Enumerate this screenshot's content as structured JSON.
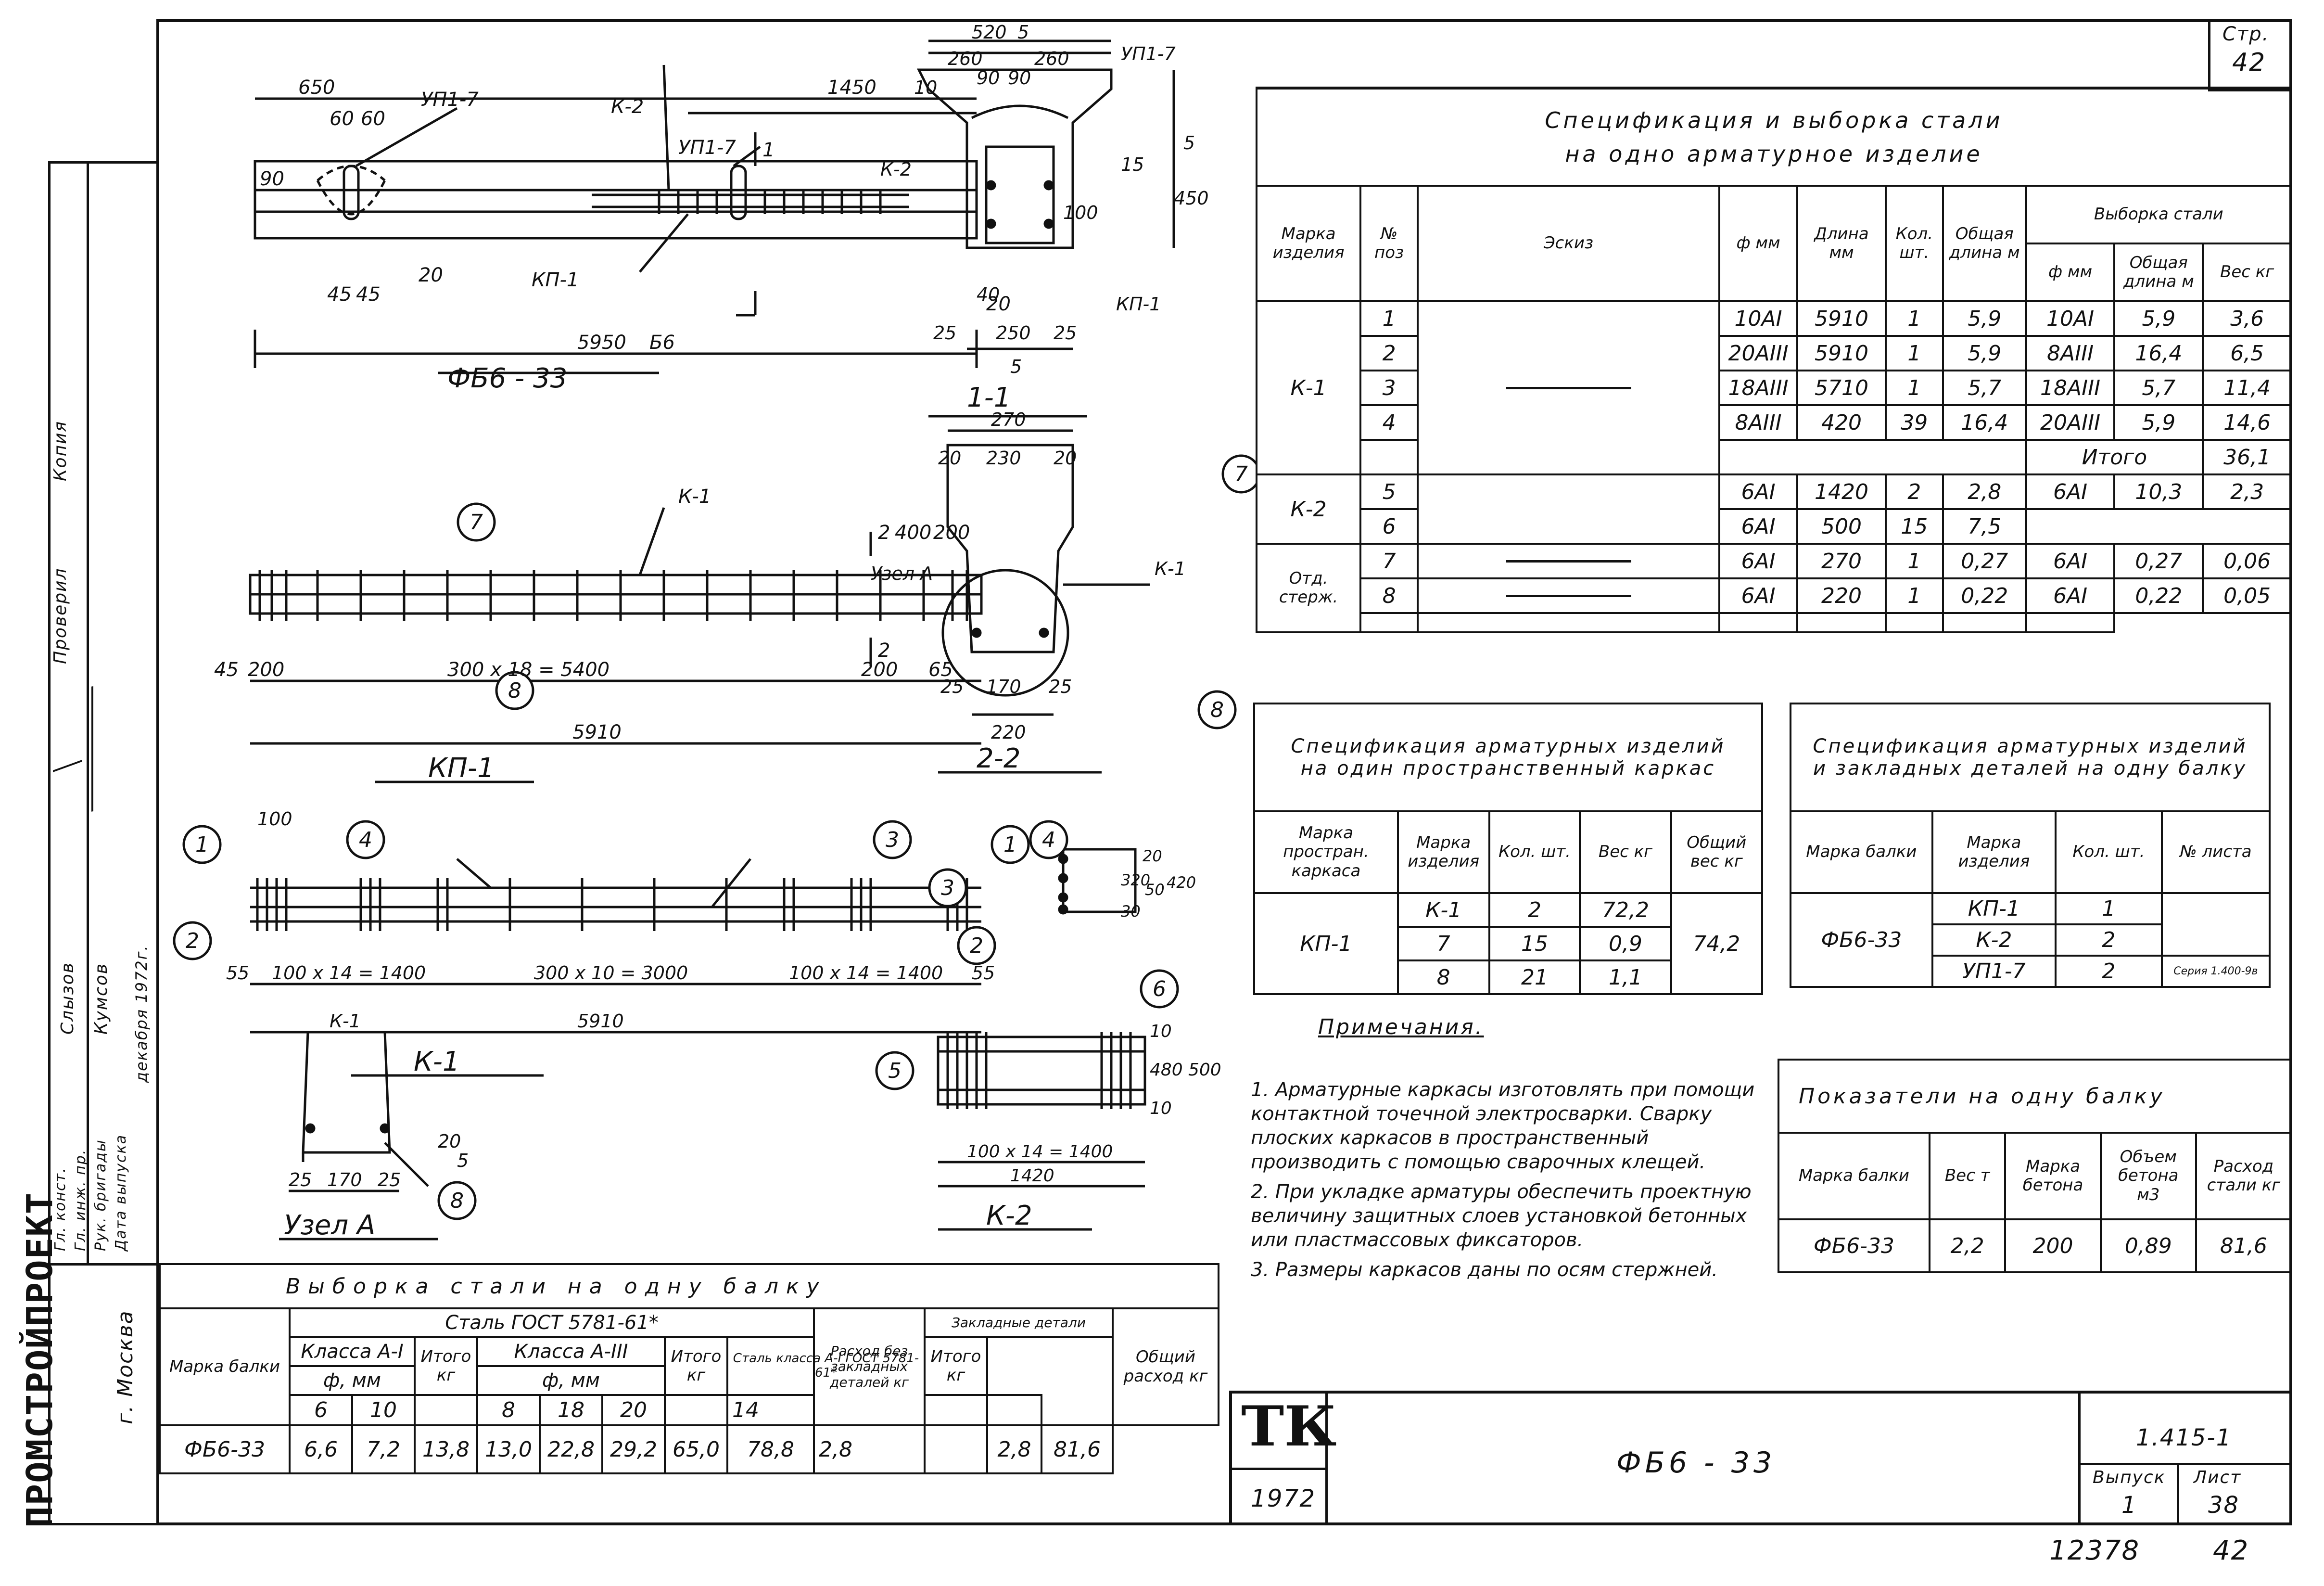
{
  "page": {
    "sheet_label": "Стр.",
    "sheet_no": "42",
    "bottom_code": "12378",
    "bottom_page": "42"
  },
  "side_stamp": {
    "org": "ПРОМСТРОЙПРОЕКТ",
    "city": "г. Москва",
    "roles": [
      "Гл. конст.",
      "Гл. инж. пр.",
      "Рук. бригады",
      "Дата выпуска"
    ],
    "names": [
      "Слызов",
      "Кумсов",
      "",
      "декабря 1972г."
    ],
    "checked": "Проверил",
    "plant": "Копия"
  },
  "drawings": {
    "fb_title": "ФБ6 - 33",
    "fb_dims": {
      "d650": "650",
      "d60a": "60",
      "d60b": "60",
      "d1450": "1450",
      "d90": "90",
      "d45a": "45",
      "d45b": "45",
      "d20": "20",
      "d20b": "20",
      "d5950": "5950",
      "tag_b6": "Б6",
      "upl_a": "УП1-7",
      "upl_b": "УП1-7",
      "k2": "К-2",
      "kp1": "КП-1",
      "sec1": "1"
    },
    "s11_title": "1-1",
    "s11_dims": {
      "d520": "520",
      "d260a": "260",
      "d260b": "260",
      "d90a": "90",
      "d90b": "90",
      "d10": "10",
      "d100": "100",
      "d15": "15",
      "d450": "450",
      "d40": "40",
      "d25a": "25",
      "d250": "250",
      "d25b": "25",
      "tag5a": "5",
      "tag5b": "5",
      "tag5c": "5",
      "upl": "УП1-7",
      "k2": "К-2",
      "kp1": "КП-1"
    },
    "kp1_title": "КП-1",
    "kp1_dims": {
      "d45": "45",
      "d200a": "200",
      "d300x18": "300 x 18 = 5400",
      "d200b": "200",
      "d65": "65",
      "d5910": "5910",
      "d400": "400",
      "d200c": "200",
      "sec2a": "2",
      "sec2b": "2",
      "k1": "К-1"
    },
    "s22_title": "2-2",
    "s22_dims": {
      "d270": "270",
      "d20a": "20",
      "d230": "230",
      "d20b": "20",
      "d25a": "25",
      "d170": "170",
      "d25b": "25",
      "d220": "220",
      "node": "Узел А",
      "k1": "К-1"
    },
    "k1_title": "К-1",
    "k1_dims": {
      "d100": "100",
      "d55a": "55",
      "d100x14a": "100 x 14 = 1400",
      "d300x10": "300 x 10 = 3000",
      "d100x14b": "100 x 14 = 1400",
      "d55b": "55",
      "d5910": "5910"
    },
    "k1sec_dims": {
      "d20a": "20",
      "d320": "320",
      "d30": "30",
      "d50": "50",
      "d420": "420"
    },
    "k2_title": "К-2",
    "k2_dims": {
      "d10a": "10",
      "d480": "480",
      "d500": "500",
      "d10b": "10",
      "d100x14": "100 x 14 = 1400",
      "d1420": "1420"
    },
    "node_title": "Узел А",
    "node_dims": {
      "k1": "К-1",
      "d25a": "25",
      "d170": "170",
      "d25b": "25",
      "d20": "20",
      "d5": "5"
    },
    "callouts": [
      "1",
      "2",
      "3",
      "4",
      "5",
      "6",
      "7",
      "8"
    ]
  },
  "spec_main": {
    "title_1": "Спецификация и выборка стали",
    "title_2": "на одно арматурное изделие",
    "headers": {
      "mark": "Марка изделия",
      "pos": "№ поз",
      "sketch": "Эскиз",
      "phi": "ф мм",
      "length": "Длина мм",
      "qty": "Кол. шт.",
      "total_len": "Общая длина м",
      "sel": "Выборка стали",
      "sel_phi": "ф мм",
      "sel_len": "Общая длина м",
      "sel_w": "Вес кг"
    },
    "rows": [
      {
        "mark": "К-1",
        "pos": "1",
        "phi": "10АI",
        "len": "5910",
        "qty": "1",
        "tot": "5,9",
        "sphi": "10АI",
        "slen": "5,9",
        "w": "3,6"
      },
      {
        "mark": "",
        "pos": "2",
        "phi": "20АIII",
        "len": "5910",
        "qty": "1",
        "tot": "5,9",
        "sphi": "8АIII",
        "slen": "16,4",
        "w": "6,5"
      },
      {
        "mark": "",
        "pos": "3",
        "phi": "18АIII",
        "len": "5710",
        "qty": "1",
        "tot": "5,7",
        "sphi": "18АIII",
        "slen": "5,7",
        "w": "11,4"
      },
      {
        "mark": "",
        "pos": "4",
        "phi": "8АIII",
        "len": "420",
        "qty": "39",
        "tot": "16,4",
        "sphi": "20АIII",
        "slen": "5,9",
        "w": "14,6"
      },
      {
        "mark": "К-2",
        "pos": "5",
        "phi": "6АI",
        "len": "1420",
        "qty": "2",
        "tot": "2,8",
        "sphi": "6АI",
        "slen": "10,3",
        "w": "2,3"
      },
      {
        "mark": "",
        "pos": "6",
        "phi": "6АI",
        "len": "500",
        "qty": "15",
        "tot": "7,5",
        "sphi": "",
        "slen": "",
        "w": ""
      },
      {
        "mark": "Отд. стерж.",
        "pos": "7",
        "phi": "6АI",
        "len": "270",
        "qty": "1",
        "tot": "0,27",
        "sphi": "6АI",
        "slen": "0,27",
        "w": "0,06"
      },
      {
        "mark": "",
        "pos": "8",
        "phi": "6АI",
        "len": "220",
        "qty": "1",
        "tot": "0,22",
        "sphi": "6АI",
        "slen": "0,22",
        "w": "0,05"
      }
    ],
    "itogo_label": "Итого",
    "itogo_value": "36,1"
  },
  "spec_kp": {
    "title": "Спецификация арматурных изделий на один пространственный каркас",
    "headers": {
      "mark": "Марка простран. каркаса",
      "item": "Марка изделия",
      "qty": "Кол. шт.",
      "w": "Вес кг",
      "total": "Общий вес кг"
    },
    "mark": "КП-1",
    "total": "74,2",
    "rows": [
      {
        "item": "К-1",
        "qty": "2",
        "w": "72,2"
      },
      {
        "item": "7",
        "qty": "15",
        "w": "0,9"
      },
      {
        "item": "8",
        "qty": "21",
        "w": "1,1"
      }
    ]
  },
  "spec_beam": {
    "title": "Спецификация арматурных изделий и закладных деталей на одну балку",
    "headers": {
      "mark": "Марка балки",
      "item": "Марка изделия",
      "qty": "Кол. шт.",
      "sheet": "№ листа"
    },
    "mark": "ФБ6-33",
    "series": "Серия 1.400-9в",
    "rows": [
      {
        "item": "КП-1",
        "qty": "1"
      },
      {
        "item": "К-2",
        "qty": "2"
      },
      {
        "item": "УП1-7",
        "qty": "2"
      }
    ]
  },
  "notes": {
    "title": "Примечания.",
    "items": [
      "1. Арматурные каркасы изготовлять при помощи контактной точечной электросварки. Сварку плоских каркасов в пространственный производить с помощью сварочных клещей.",
      "2. При укладке арматуры обеспечить проектную величину защитных слоев установкой бетонных или пластмассовых фиксаторов.",
      "3. Размеры каркасов даны по осям стержней."
    ]
  },
  "indicators": {
    "title": "Показатели на одну балку",
    "headers": {
      "mark": "Марка балки",
      "w": "Вес т",
      "concrete": "Марка бетона",
      "vol": "Объем бетона м3",
      "steel": "Расход стали кг"
    },
    "row": {
      "mark": "ФБ6-33",
      "w": "2,2",
      "concrete": "200",
      "vol": "0,89",
      "steel": "81,6"
    }
  },
  "steel_sel": {
    "title": "Выборка стали на одну балку",
    "h_mark": "Марка балки",
    "h_gost": "Сталь ГОСТ 5781-61*",
    "h_a1": "Класса А-I",
    "h_a3": "Класса А-III",
    "h_phi": "ф, мм",
    "h_itogo": "Итого кг",
    "h_no_emb": "Расход без закладных деталей кг",
    "h_emb": "Закладные детали",
    "h_emb_steel": "Сталь класса А-I ГОСТ 5781-61*",
    "h_total": "Общий расход кг",
    "a1_d": [
      "6",
      "10"
    ],
    "a3_d": [
      "8",
      "18",
      "20"
    ],
    "emb_d": "14",
    "row": {
      "mark": "ФБ6-33",
      "a1": [
        "6,6",
        "7,2"
      ],
      "a1_sum": "13,8",
      "a3": [
        "13,0",
        "22,8",
        "29,2"
      ],
      "a3_sum": "65,0",
      "no_emb": "78,8",
      "emb": "2,8",
      "emb_sum": "2,8",
      "total": "81,6"
    }
  },
  "title_block": {
    "logo": "ТК",
    "year": "1972",
    "name": "ФБ6 - 33",
    "code": "1.415-1",
    "issue_label": "Выпуск",
    "issue": "1",
    "sheet_label": "Лист",
    "sheet": "38"
  }
}
